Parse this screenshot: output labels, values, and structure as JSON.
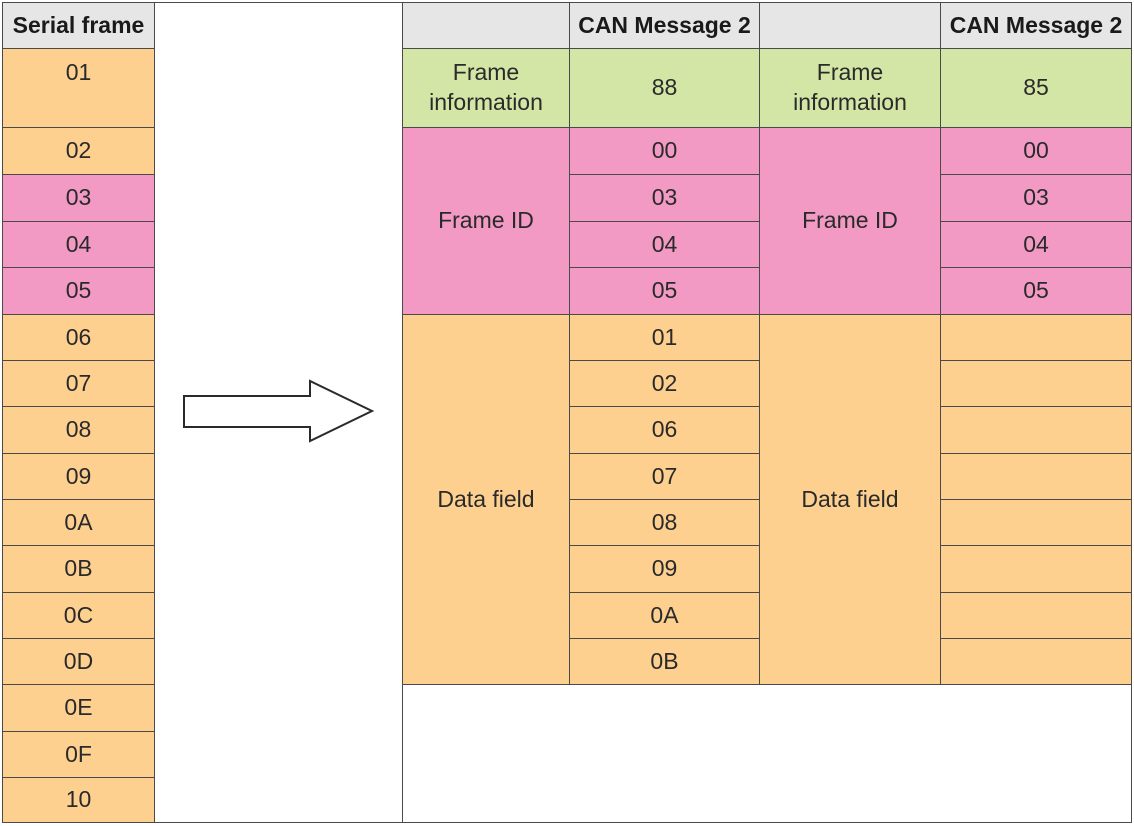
{
  "serial": {
    "header": "Serial frame",
    "bytes": [
      "01",
      "02",
      "03",
      "04",
      "05",
      "06",
      "07",
      "08",
      "09",
      "0A",
      "0B",
      "0C",
      "0D",
      "0E",
      "0F",
      "10"
    ]
  },
  "can1": {
    "header": "CAN Message 2",
    "frame_info_label": "Frame information",
    "frame_info_value": "88",
    "frame_id_label": "Frame ID",
    "frame_id": [
      "00",
      "03",
      "04",
      "05"
    ],
    "data_label": "Data field",
    "data": [
      "01",
      "02",
      "06",
      "07",
      "08",
      "09",
      "0A",
      "0B"
    ]
  },
  "can2": {
    "header": "CAN Message 2",
    "frame_info_label": "Frame information",
    "frame_info_value": "85",
    "frame_id_label": "Frame ID",
    "frame_id": [
      "00",
      "03",
      "04",
      "05"
    ],
    "data_label": "Data field",
    "data": [
      "",
      "",
      "",
      "",
      "",
      "",
      "",
      ""
    ]
  }
}
